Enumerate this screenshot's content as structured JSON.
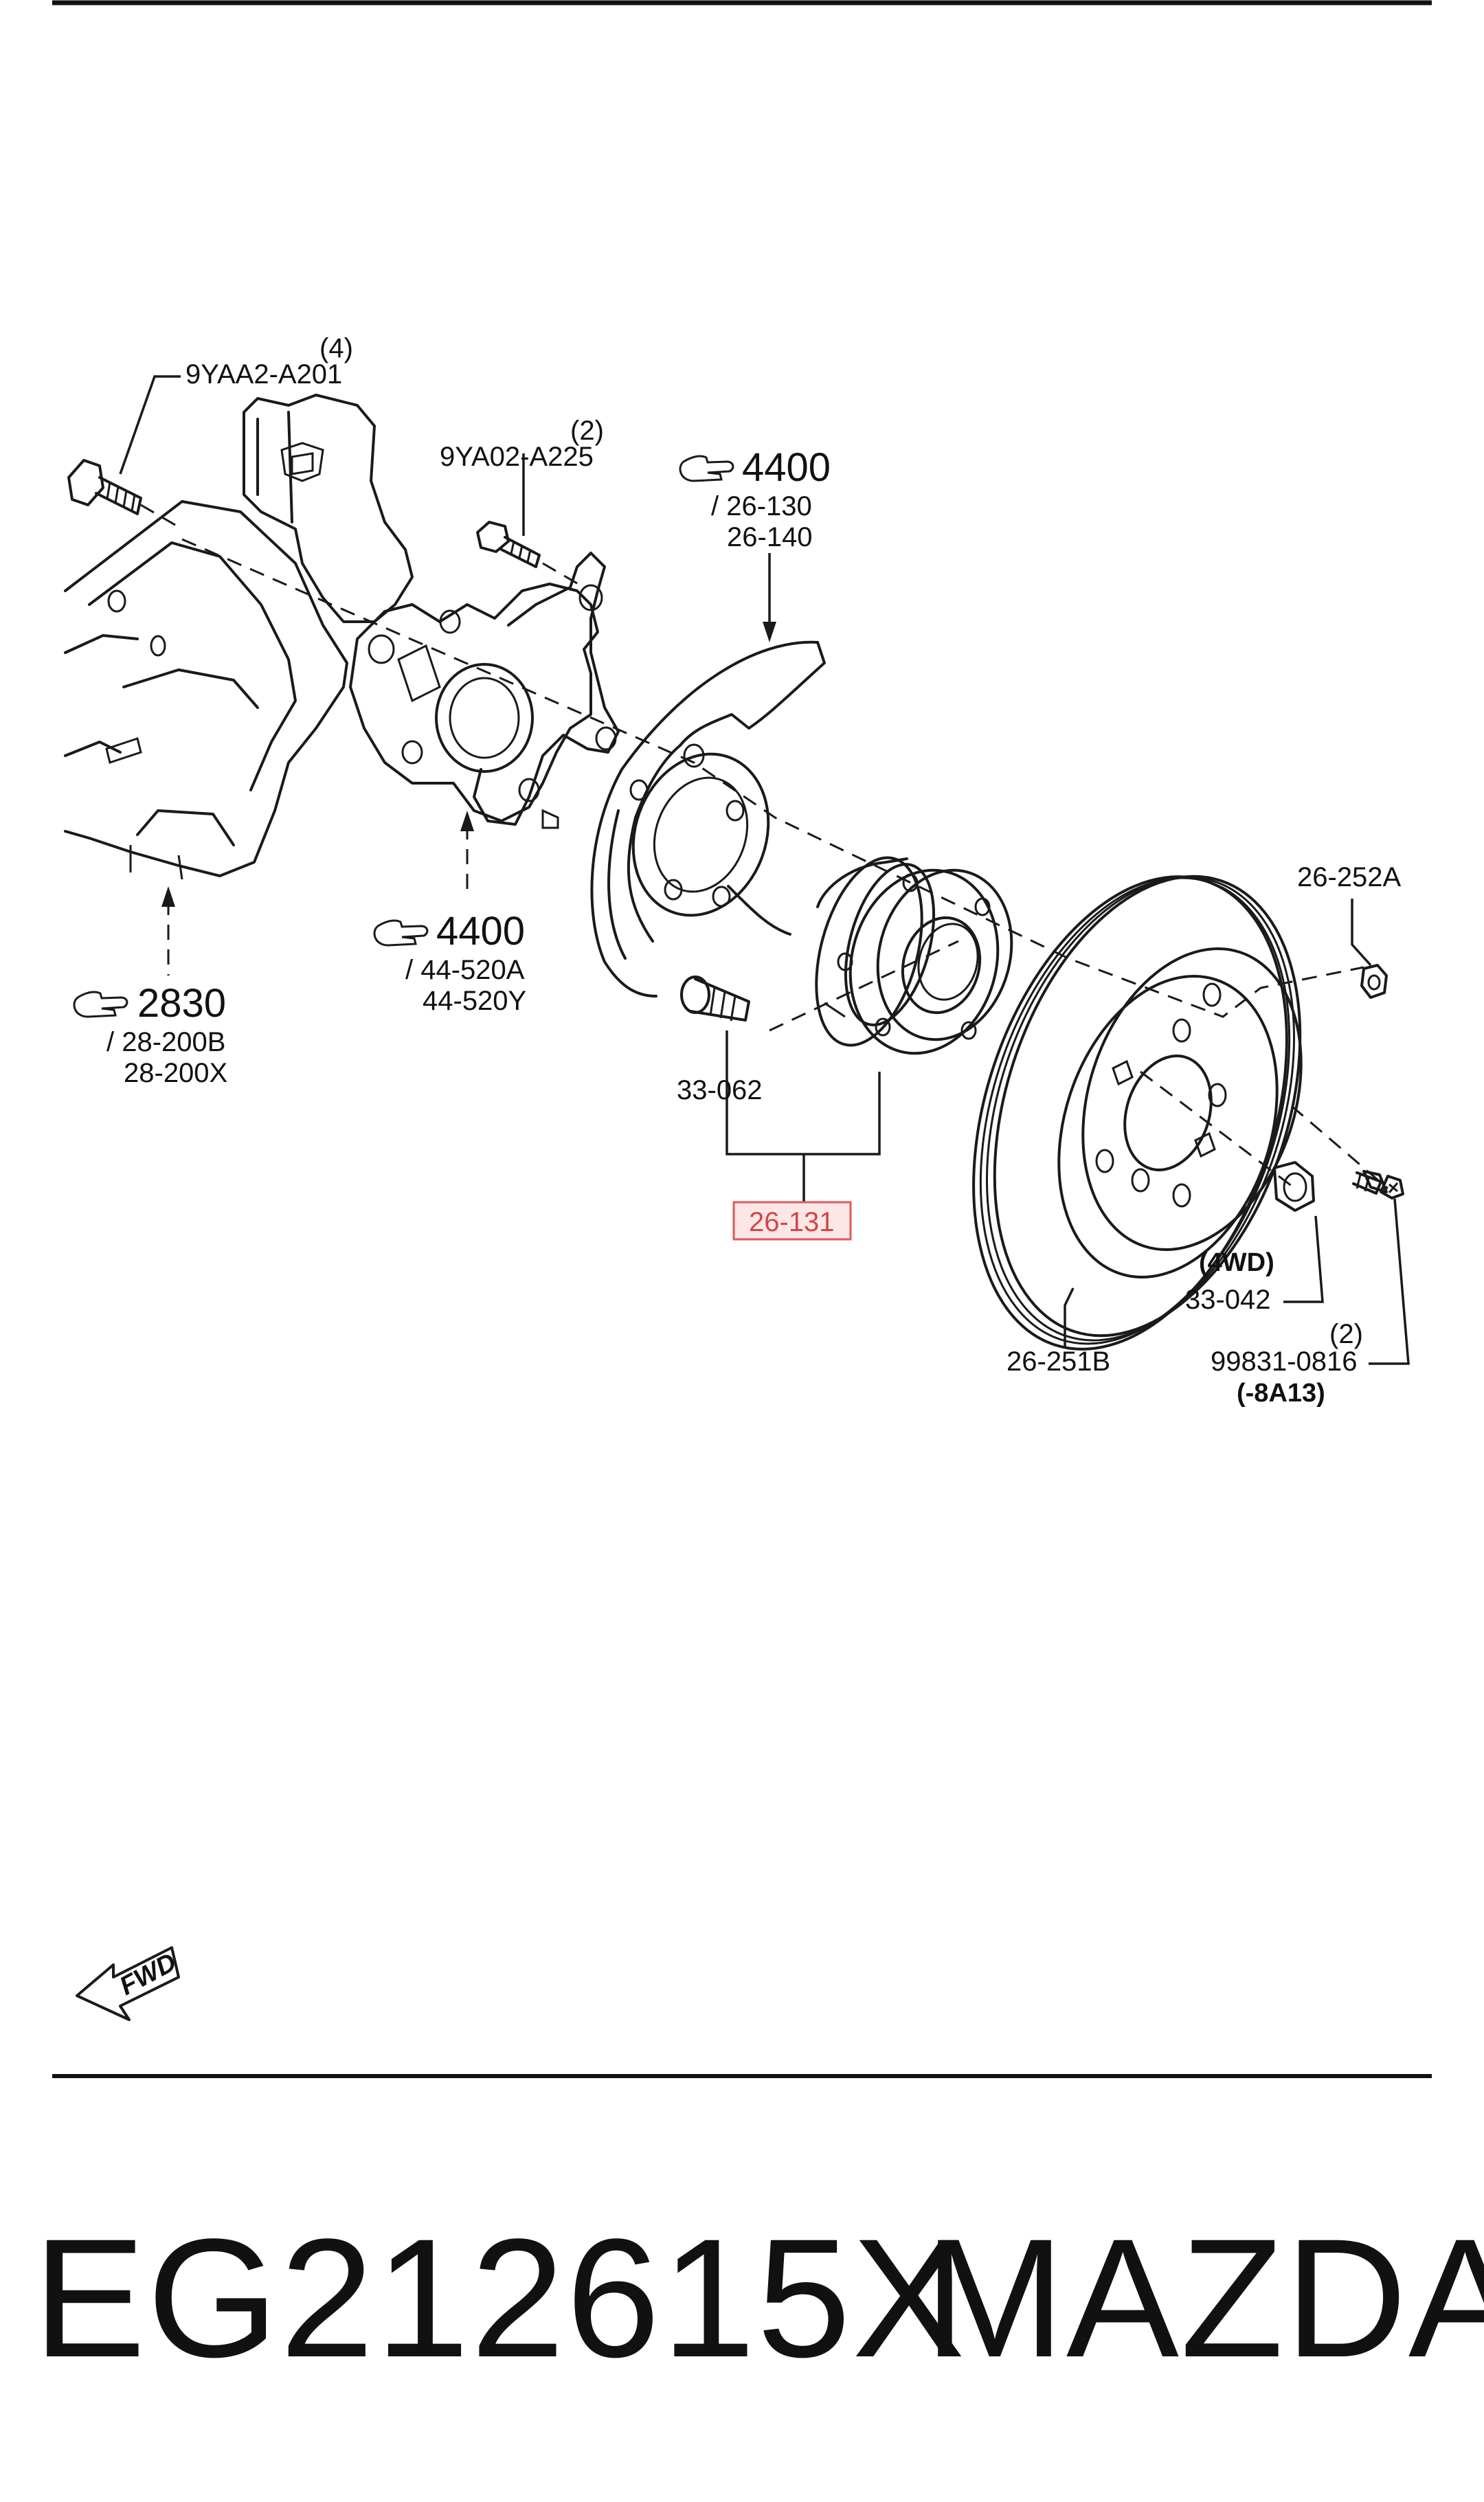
{
  "labels": {
    "bolt_upper_qty": "(4)",
    "bolt_upper_code": "9YAA2-A201",
    "bolt_small_qty": "(2)",
    "bolt_small_code": "9YA02-A225",
    "ref_shield_num": "4400",
    "ref_shield_a": "/ 26-130",
    "ref_shield_b": "26-140",
    "ref_knuckle_num": "4400",
    "ref_knuckle_a": "/ 44-520A",
    "ref_knuckle_b": "44-520Y",
    "ref_arm_num": "2830",
    "ref_arm_a": "/ 28-200B",
    "ref_arm_b": "28-200X",
    "hub_bolt": "33-062",
    "hub_assembly": "26-131",
    "disc_screw_nut": "26-252A",
    "nut_note": "(4WD)",
    "nut_code": "33-042",
    "screw_qty": "(2)",
    "screw_code": "99831-0816",
    "screw_suffix": "(-8A13)",
    "disc": "26-251B",
    "fwd": "FWD"
  },
  "caption": {
    "part_number": "EG212615X",
    "brand": "MAZDA"
  },
  "colors": {
    "line": "#1a1a1a",
    "highlight_box": "#e05a5a",
    "highlight_fill": "#fde6e6"
  },
  "icons": {
    "reference": "pointing-hand-icon",
    "direction": "fwd-arrow-icon"
  }
}
